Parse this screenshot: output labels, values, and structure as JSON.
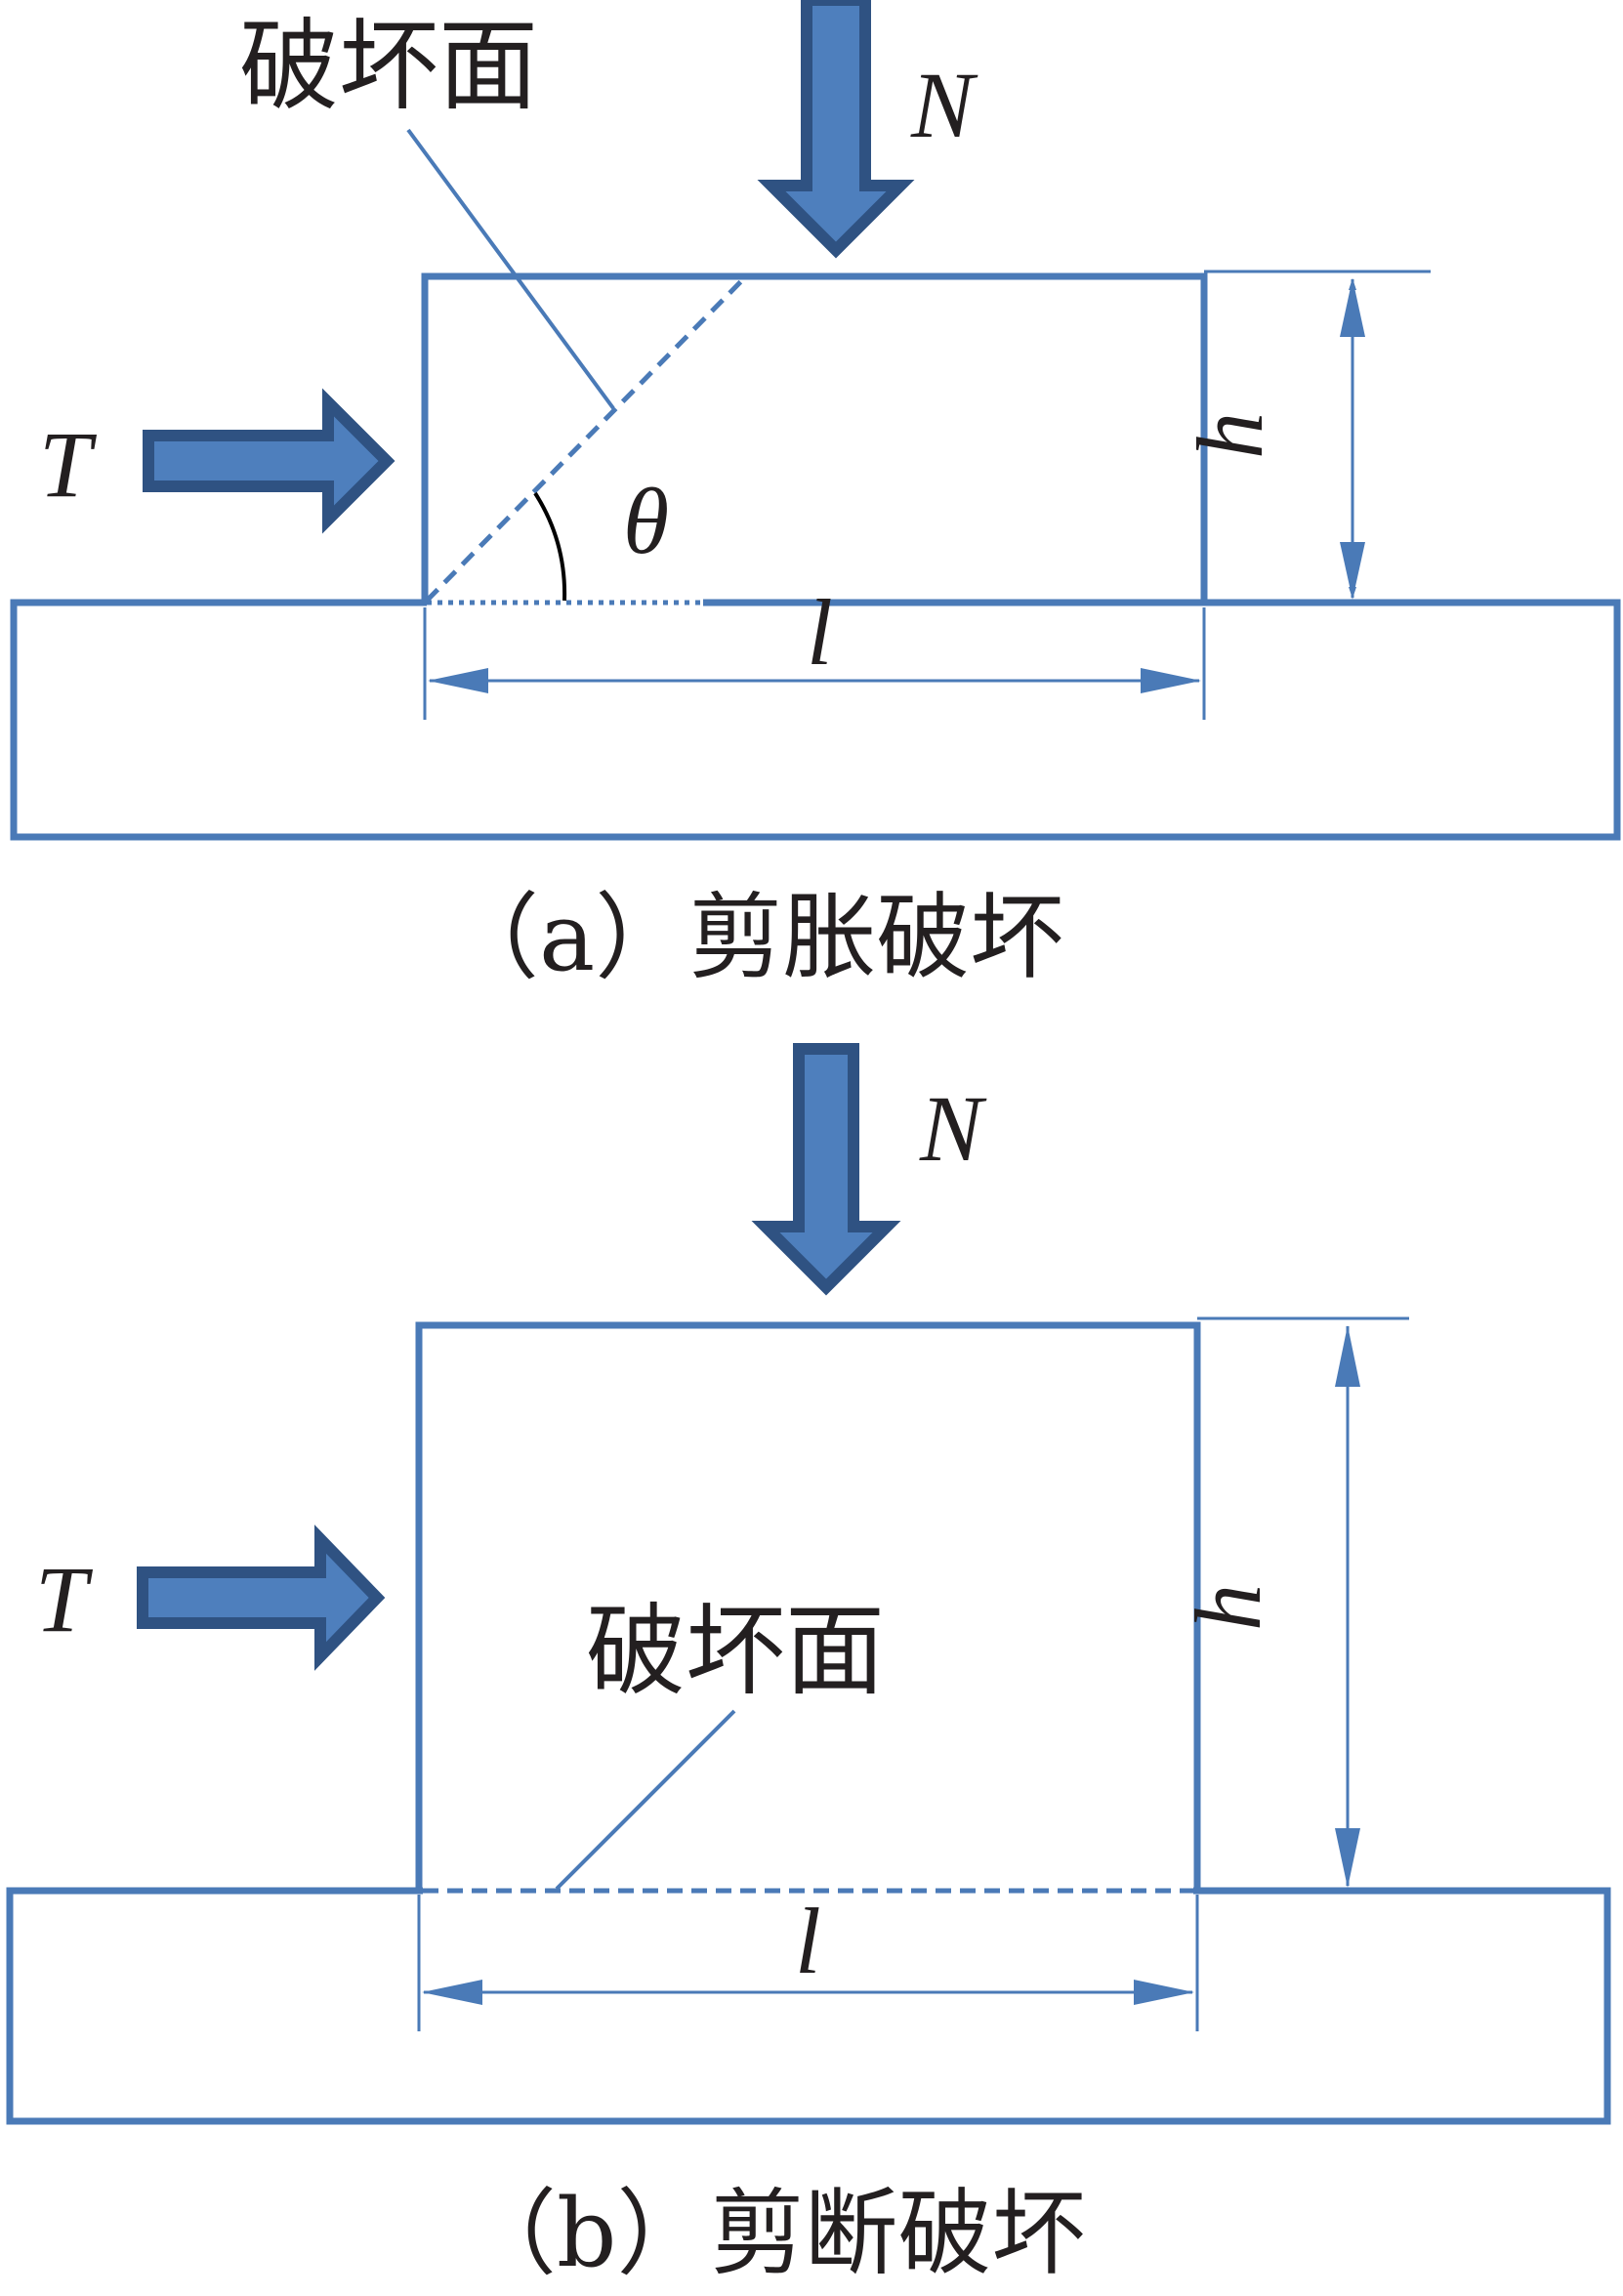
{
  "colors": {
    "outline": "#4a7ab7",
    "arrow_fill": "#4e7fbd",
    "arrow_edge": "#2f5282",
    "text": "#231f20",
    "angle_arc": "#000000",
    "background": "#ffffff"
  },
  "panel_a": {
    "caption": "（a）剪胀破坏",
    "failure_surface_label": "破坏面",
    "normal_force": "N",
    "shear_force": "T",
    "height_symbol": "h",
    "length_symbol": "l",
    "angle_symbol": "θ"
  },
  "panel_b": {
    "caption": "（b）剪断破坏",
    "failure_surface_label": "破坏面",
    "normal_force": "N",
    "shear_force": "T",
    "height_symbol": "h",
    "length_symbol": "l"
  }
}
